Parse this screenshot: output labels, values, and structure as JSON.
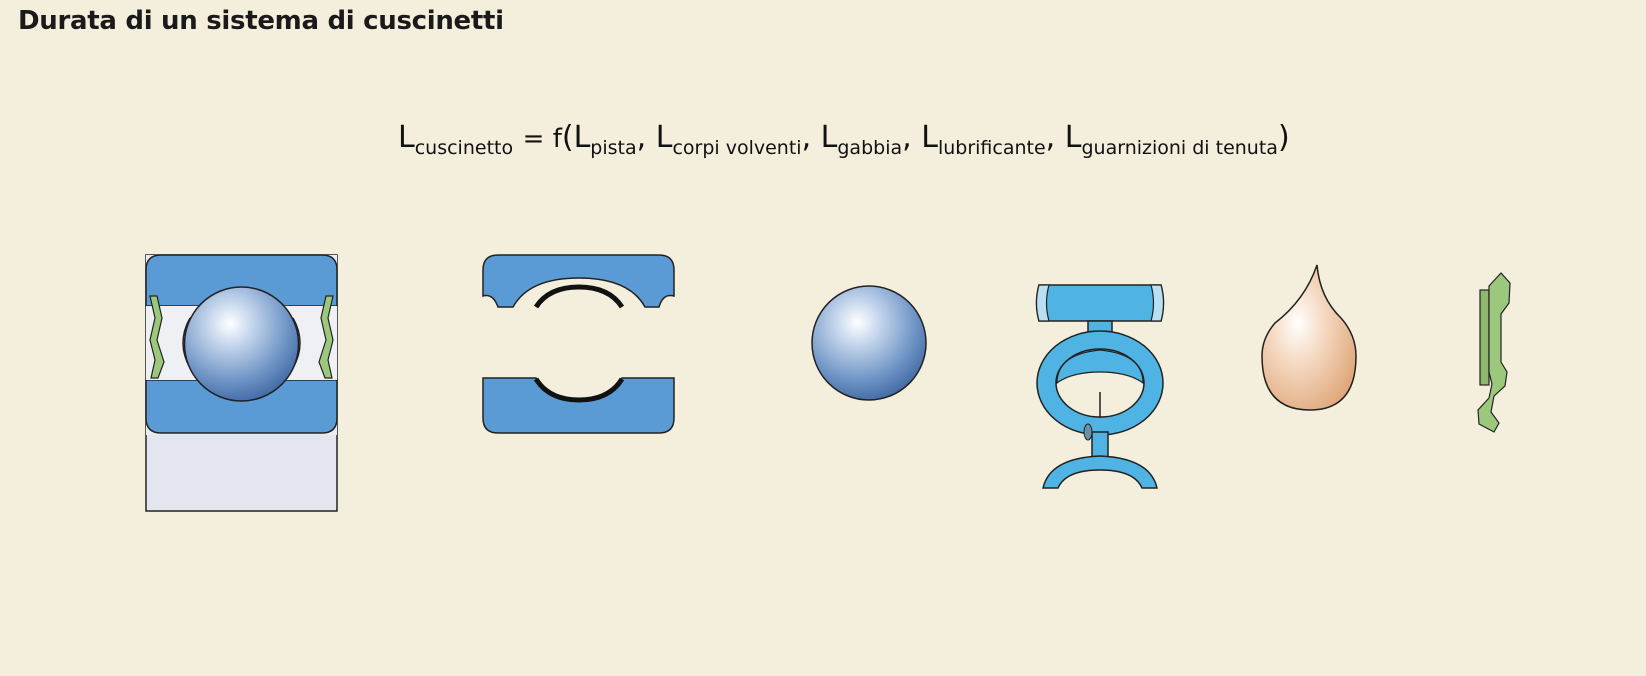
{
  "title": "Durata di un sistema di cuscinetti",
  "formula": {
    "symbol": "L",
    "lhs_sub": "cuscinetto",
    "equals": "= f",
    "open_paren": "(",
    "close_paren": ")",
    "separator": ",",
    "terms": [
      {
        "symbol": "L",
        "sub": "pista"
      },
      {
        "symbol": "L",
        "sub": "corpi volventi"
      },
      {
        "symbol": "L",
        "sub": "gabbia"
      },
      {
        "symbol": "L",
        "sub": "lubrificante"
      },
      {
        "symbol": "L",
        "sub": "guarnizioni di tenuta"
      }
    ]
  },
  "components": [
    {
      "icon": "bearing-cross-section-icon"
    },
    {
      "icon": "raceways-icon"
    },
    {
      "icon": "rolling-element-ball-icon"
    },
    {
      "icon": "cage-icon"
    },
    {
      "icon": "lubricant-drop-icon"
    },
    {
      "icon": "seal-icon"
    }
  ],
  "colors": {
    "background": "#f4efdc",
    "ring_blue": "#5b9bd5",
    "cage_blue": "#4fb3e3",
    "seal_green": "#9bc87c",
    "lubricant": "#e8b88e",
    "housing_grey": "#e3e6ef"
  }
}
